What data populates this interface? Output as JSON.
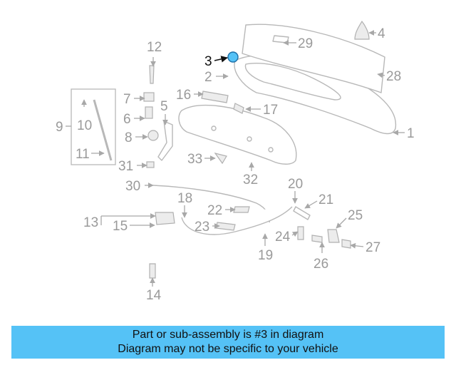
{
  "highlight_color": "#55c2f6",
  "highlighted_part": "3",
  "callouts": [
    "1",
    "2",
    "3",
    "4",
    "5",
    "6",
    "7",
    "8",
    "9",
    "10",
    "11",
    "12",
    "13",
    "14",
    "15",
    "16",
    "17",
    "18",
    "19",
    "20",
    "21",
    "22",
    "23",
    "24",
    "25",
    "26",
    "27",
    "28",
    "29",
    "30",
    "31",
    "32",
    "33"
  ],
  "banner": {
    "line1": "Part or sub-assembly is #3 in diagram",
    "line2": "Diagram may not be specific to your vehicle"
  }
}
